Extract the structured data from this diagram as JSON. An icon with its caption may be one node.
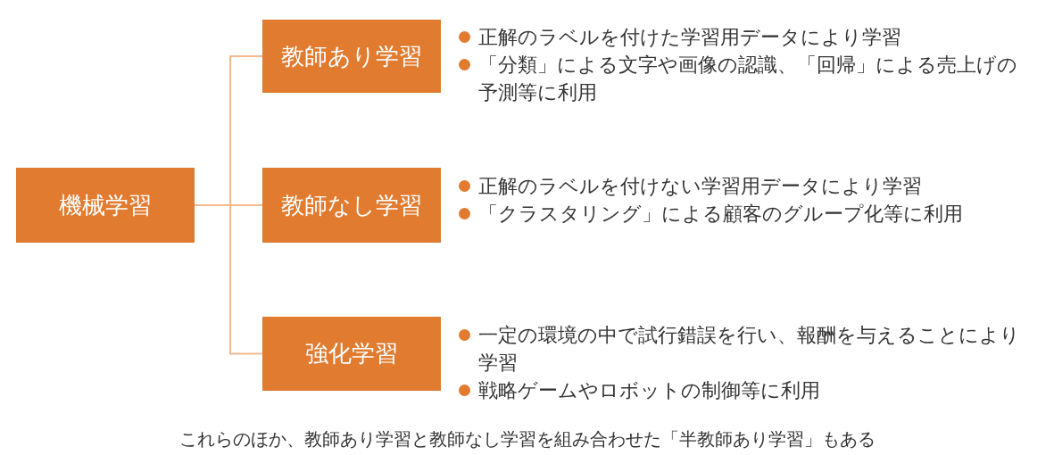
{
  "diagram": {
    "nodes": [
      {
        "text": [
          "機械学習"
        ]
      },
      {
        "text": [
          "教師あり学習"
        ],
        "beside": [
          "正解のラベルを付けた学習用データにより学習",
          "「分類」による文字や画像の認識、「回帰」による売上げの予測等に利用"
        ]
      },
      {
        "text": [
          "教師なし学習"
        ],
        "beside": [
          "正解のラベルを付けない学習用データにより学習",
          "「クラスタリング」による顧客のグループ化等に利用"
        ]
      },
      {
        "text": [
          "強化学習"
        ],
        "beside": [
          "一定の環境の中で試行錯誤を行い、報酬を与えることにより学習",
          "戦略ゲームやロボットの制御等に利用"
        ]
      }
    ],
    "edges": [
      {
        "from": 0,
        "to": 1,
        "arrow": "none"
      },
      {
        "from": 0,
        "to": 2,
        "arrow": "none"
      },
      {
        "from": 0,
        "to": 3,
        "arrow": "none"
      }
    ],
    "caption": "これらのほか、教師あり学習と教師なし学習を組み合わせた「半教師あり学習」もある"
  }
}
